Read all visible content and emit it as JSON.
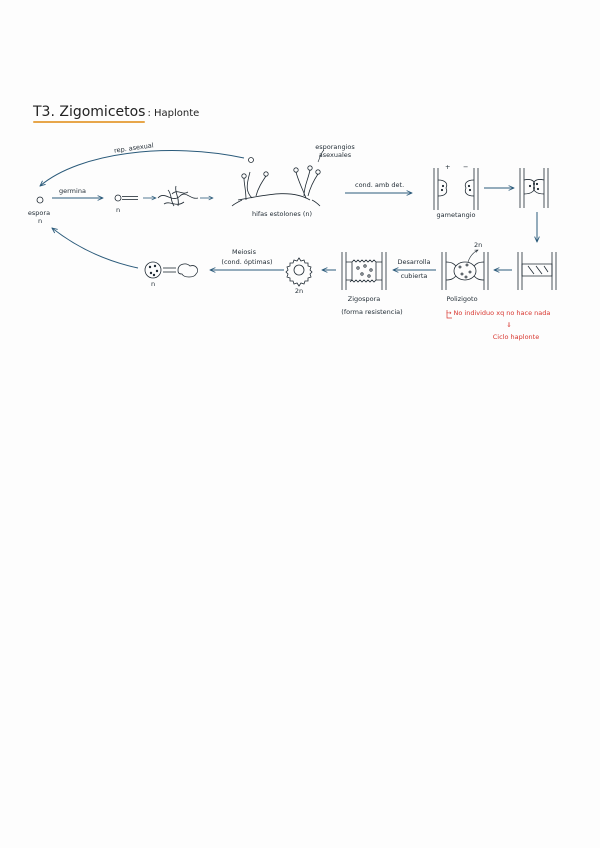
{
  "title": {
    "main": "T3. Zigomicetos",
    "sub": ": Haplonte"
  },
  "labels": {
    "rep_asexual": "rep. asexual",
    "germina": "germina",
    "espora": "espora",
    "espora_n": "n",
    "n_after_germina": "n",
    "esporangios": "esporangios",
    "asexuales": "asexuales",
    "hifas": "hifas estolones (n)",
    "cond_amb": "cond. amb det.",
    "plus": "+",
    "minus": "−",
    "gametangio": "gametangio",
    "two_n_top": "2n",
    "polizigoto": "Polizigoto",
    "desarrolla": "Desarrolla",
    "cubierta": "cubierta",
    "zigospora": "Zigospora",
    "forma_resistencia": "(forma resistencia)",
    "two_n_bottom": "2n",
    "meiosis": "Meiosis",
    "cond_optimas": "(cond. óptimas)",
    "n_bottom": "n",
    "note_line1": "→ No individuo xq no hace nada",
    "note_arrow": "⇓",
    "note_line2": "Ciclo haplonte"
  },
  "colors": {
    "ink": "#1f2a33",
    "arrow_blue": "#2a5a7a",
    "highlight": "#e7a64a",
    "note_red": "#d8362f"
  }
}
